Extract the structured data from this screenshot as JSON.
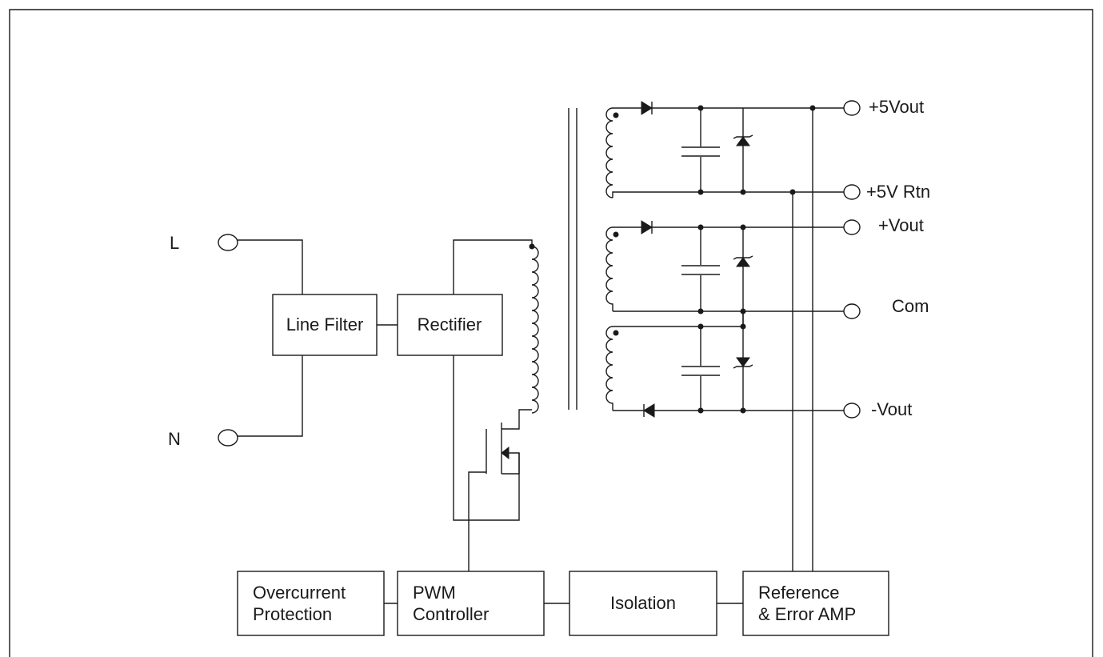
{
  "terminals": {
    "line": "L",
    "neutral": "N",
    "plus5_out": "+5Vout",
    "plus5_rtn": "+5V Rtn",
    "plus_out": "+Vout",
    "common": "Com",
    "minus_out": "-Vout"
  },
  "blocks": {
    "line_filter": "Line Filter",
    "rectifier": "Rectifier",
    "overcurrent_line1": "Overcurrent",
    "overcurrent_line2": "Protection",
    "pwm_line1": "PWM",
    "pwm_line2": "Controller",
    "isolation": "Isolation",
    "reference_line1": "Reference",
    "reference_line2": "& Error AMP"
  },
  "colors": {
    "ink": "#1a1a1a",
    "background": "#ffffff"
  }
}
